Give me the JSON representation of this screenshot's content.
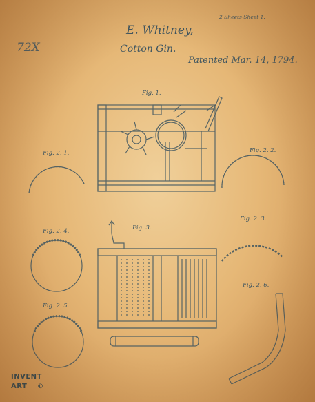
{
  "sheet_label": "2 Sheets-Sheet 1.",
  "inventor": "E. Whitney,",
  "title": "Cotton Gin.",
  "patent_date": "Patented Mar. 14, 1794.",
  "catalog_number": "72X",
  "figures": {
    "fig1": "Fig. 1.",
    "fig2_1": "Fig. 2. 1.",
    "fig2_2": "Fig. 2. 2.",
    "fig2_3": "Fig. 2. 3.",
    "fig2_4": "Fig. 2. 4.",
    "fig2_5": "Fig. 2. 5.",
    "fig2_6": "Fig. 2. 6.",
    "fig3": "Fig. 3."
  },
  "logo": {
    "line1": "INVENT",
    "line2": "ART",
    "mark": "©"
  },
  "colors": {
    "paper": "#e6b877",
    "ink": "#3e5560"
  }
}
